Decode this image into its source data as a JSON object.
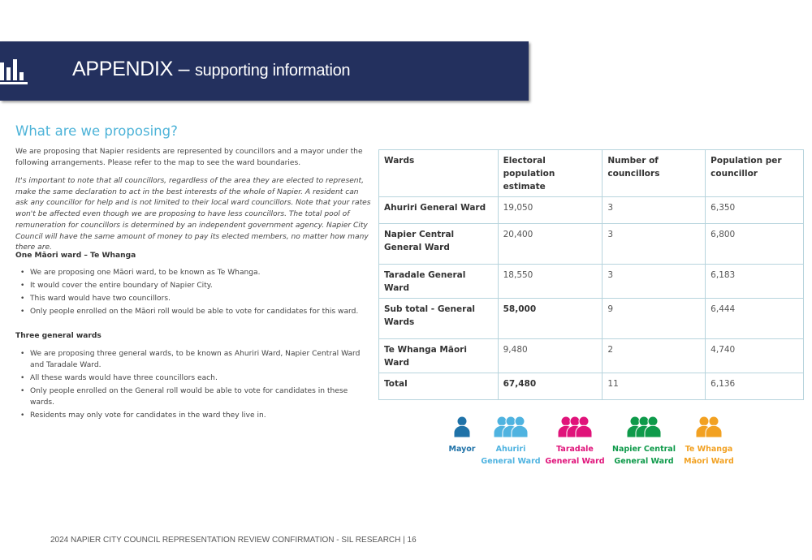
{
  "header": {
    "title": "APPENDIX",
    "dash": " – ",
    "subtitle": "supporting information",
    "icon": "bar-chart-icon"
  },
  "section": {
    "heading": "What are we proposing?",
    "intro": "We are proposing that Napier residents are represented by councillors and a mayor under the following arrangements. Please refer to the map to see the ward boundaries.",
    "note": "It's important to note that all councillors, regardless of the area they are elected to represent, make the same declaration to act in the best interests of the whole of Napier. A resident can ask any councillor for help and is not limited to their local ward councillors. Note that your rates won't be affected even though we are proposing to have less councillors. The total pool of remuneration for councillors is determined by an independent government agency. Napier City Council will have the same amount of money to pay its elected members, no matter how many there are.",
    "maori_heading": "One Māori ward – Te Whanga",
    "maori_bullets": [
      "We are proposing one Māori ward, to be known as Te Whanga.",
      "It would cover the entire boundary of Napier City.",
      "This ward would have two councillors.",
      "Only people enrolled on the Māori roll would be able to vote for candidates for this ward."
    ],
    "general_heading": "Three general wards",
    "general_bullets": [
      "We are proposing three general wards, to be known as Ahuriri Ward, Napier Central Ward and Taradale Ward.",
      "All these wards would have three councillors each.",
      "Only people enrolled on the General roll would be able to vote for candidates in these wards.",
      "Residents may only vote for candidates in the ward they live in."
    ]
  },
  "table": {
    "headers": [
      "Wards",
      "Electoral population estimate",
      "Number of councillors",
      "Population per councillor"
    ],
    "rows": [
      [
        "Ahuriri General Ward",
        "19,050",
        "3",
        "6,350"
      ],
      [
        "Napier Central General Ward",
        "20,400",
        "3",
        "6,800"
      ],
      [
        "Taradale General Ward",
        "18,550",
        "3",
        "6,183"
      ],
      [
        "Sub total - General Wards",
        "58,000",
        "9",
        "6,444"
      ],
      [
        "Te Whanga Māori Ward",
        "9,480",
        "2",
        "4,740"
      ],
      [
        "Total",
        "67,480",
        "11",
        "6,136"
      ]
    ]
  },
  "legend": [
    {
      "line1": "Mayor",
      "line2": "",
      "count": 1,
      "color": "#1f72a8"
    },
    {
      "line1": "Ahuriri",
      "line2": "General Ward",
      "count": 3,
      "color": "#4fb3e0"
    },
    {
      "line1": "Taradale",
      "line2": "General Ward",
      "count": 3,
      "color": "#e0137a"
    },
    {
      "line1": "Napier Central",
      "line2": "General Ward",
      "count": 3,
      "color": "#0e9a4a"
    },
    {
      "line1": "Te Whanga",
      "line2": "Māori Ward",
      "count": 2,
      "color": "#f2a122"
    }
  ],
  "footer": "2024 NAPIER CITY COUNCIL REPRESENTATION REVIEW CONFIRMATION - SIL RESEARCH | 16"
}
